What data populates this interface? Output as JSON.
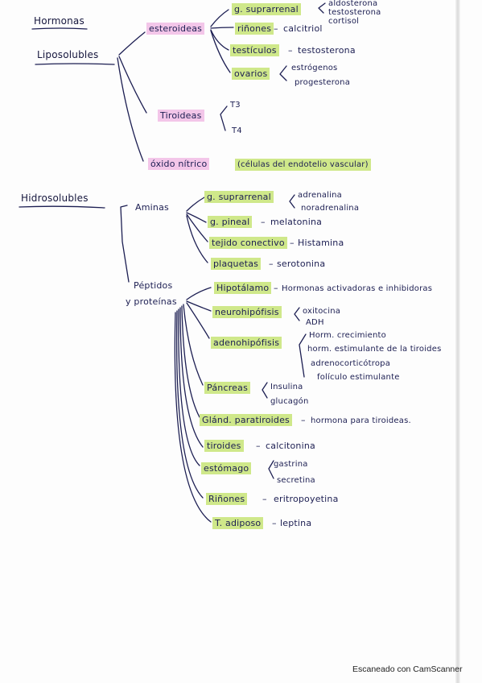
{
  "headings": {
    "hormonas": "Hormonas",
    "liposolubles": "Liposolubles",
    "hidrosolubles": "Hidrosolubles"
  },
  "lipo": {
    "esteroideas": "esteroideas",
    "g_suprarrenal": "g. suprarrenal",
    "supra_items": [
      "aldosterona",
      "testosterona",
      "cortisol"
    ],
    "rinones": "riñones",
    "rinones_hormone": "calcitriol",
    "testiculos": "testículos",
    "testiculos_hormone": "testosterona",
    "ovarios": "ovarios",
    "ovarios_items": [
      "estrógenos",
      "progesterona"
    ],
    "tiroideas": "Tiroideas",
    "tiroideas_items": [
      "T3",
      "T4"
    ],
    "oxido": "óxido nítrico",
    "oxido_note": "(células del endotelio vascular)"
  },
  "hidro": {
    "aminas": "Aminas",
    "aminas_items": [
      {
        "label": "g. suprarrenal",
        "hormones": [
          "adrenalina",
          "noradrenalina"
        ]
      },
      {
        "label": "g. pineal",
        "hormones": [
          "melatonina"
        ]
      },
      {
        "label": "tejido conectivo",
        "hormones": [
          "Histamina"
        ]
      },
      {
        "label": "plaquetas",
        "hormones": [
          "serotonina"
        ]
      }
    ],
    "peptidos": "Péptidos",
    "proteinas": "y proteínas",
    "pep_items": [
      {
        "label": "Hipotálamo",
        "hormones": [
          "Hormonas activadoras e inhibidoras"
        ]
      },
      {
        "label": "neurohipófisis",
        "hormones": [
          "oxitocina",
          "ADH"
        ]
      },
      {
        "label": "adenohipófisis",
        "hormones": [
          "Horm. crecimiento",
          "horm. estimulante de la tiroides",
          "adrenocorticótropa",
          "folículo estimulante"
        ]
      },
      {
        "label": "Páncreas",
        "hormones": [
          "Insulina",
          "glucagón"
        ]
      },
      {
        "label": "Glánd. paratiroides",
        "hormones": [
          "hormona para tiroideas."
        ]
      },
      {
        "label": "tiroides",
        "hormones": [
          "calcitonina"
        ]
      },
      {
        "label": "estómago",
        "hormones": [
          "gastrina",
          "secretina"
        ]
      },
      {
        "label": "Riñones",
        "hormones": [
          "eritropoyetina"
        ]
      },
      {
        "label": "T. adiposo",
        "hormones": [
          "leptina"
        ]
      }
    ]
  },
  "footer": "Escaneado con CamScanner",
  "colors": {
    "ink": "#1c1e52",
    "highlight_green": "#cfe88a",
    "highlight_pink": "#f3c6e9"
  }
}
